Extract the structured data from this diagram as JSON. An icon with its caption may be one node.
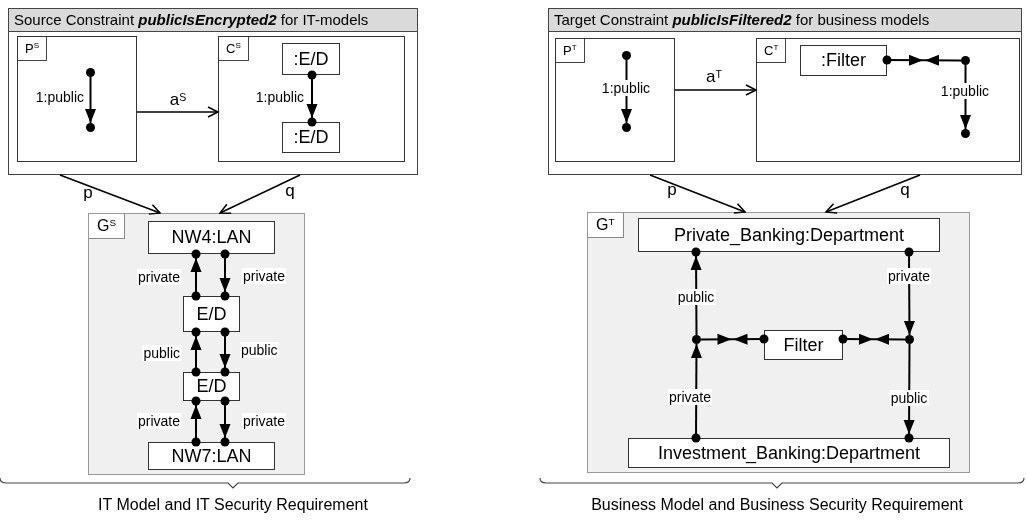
{
  "diagram": {
    "nodes": [
      {
        "text": [
          "Source Constraint **publicIsEncrypted2** for IT-models"
        ]
      },
      {
        "text": [
          "P$^{S}$"
        ],
        "in": 0
      },
      {
        "text": [],
        "shape": "circle",
        "in": 1
      },
      {
        "text": [],
        "shape": "circle",
        "in": 1
      },
      {
        "text": [
          "C$^{S}$"
        ],
        "in": 0
      },
      {
        "text": [
          ":E/D"
        ],
        "in": 4
      },
      {
        "text": [
          ":E/D"
        ],
        "in": 4
      },
      {
        "text": [
          "Target Constraint **publicIsFiltered2** for business models"
        ]
      },
      {
        "text": [
          "P$^{T}$"
        ],
        "in": 7
      },
      {
        "text": [],
        "shape": "circle",
        "in": 8
      },
      {
        "text": [],
        "shape": "circle",
        "in": 8
      },
      {
        "text": [
          "C$^{T}$"
        ],
        "in": 7
      },
      {
        "text": [
          ":Filter"
        ],
        "in": 11
      },
      {
        "text": [],
        "shape": "circle",
        "in": 11
      },
      {
        "text": [],
        "shape": "circle",
        "in": 11
      },
      {
        "text": [
          "G$^{S}$"
        ]
      },
      {
        "text": [
          "NW4:LAN"
        ],
        "in": 15
      },
      {
        "text": [
          "E/D"
        ],
        "in": 15
      },
      {
        "text": [
          "E/D"
        ],
        "in": 15
      },
      {
        "text": [
          "NW7:LAN"
        ],
        "in": 15
      },
      {
        "text": [
          "G$^{T}$"
        ]
      },
      {
        "text": [
          "Private_Banking:Department"
        ],
        "in": 20
      },
      {
        "text": [
          "Filter"
        ],
        "in": 20
      },
      {
        "text": [
          "Investment_Banking:Department"
        ],
        "in": 20
      },
      {
        "text": [],
        "shape": "circle",
        "in": 20
      },
      {
        "text": [],
        "shape": "circle",
        "in": 20
      }
    ],
    "edges": [
      {
        "from": 2,
        "to": 3,
        "arrow": "to",
        "label": "1:public"
      },
      {
        "from": 1,
        "to": 4,
        "arrow": "to",
        "label": "a$^{S}$"
      },
      {
        "from": 5,
        "to": 6,
        "arrow": "to",
        "label": "1:public"
      },
      {
        "from": 9,
        "to": 10,
        "arrow": "to",
        "label": "1:public"
      },
      {
        "from": 8,
        "to": 11,
        "arrow": "to",
        "label": "a$^{T}$"
      },
      {
        "from": 12,
        "to": 13,
        "arrow": "other"
      },
      {
        "from": 13,
        "to": 14,
        "arrow": "to",
        "label": "1:public"
      },
      {
        "from": 0,
        "to": 15,
        "arrow": "to",
        "label": "p"
      },
      {
        "from": 0,
        "to": 15,
        "arrow": "to",
        "label": "q"
      },
      {
        "from": 7,
        "to": 20,
        "arrow": "to",
        "label": "p"
      },
      {
        "from": 7,
        "to": 20,
        "arrow": "to",
        "label": "q"
      },
      {
        "from": 17,
        "to": 16,
        "arrow": "to",
        "label": "private"
      },
      {
        "from": 16,
        "to": 17,
        "arrow": "to",
        "label": "private"
      },
      {
        "from": 18,
        "to": 17,
        "arrow": "to",
        "label": "public"
      },
      {
        "from": 17,
        "to": 18,
        "arrow": "to",
        "label": "public"
      },
      {
        "from": 19,
        "to": 18,
        "arrow": "to",
        "label": "private"
      },
      {
        "from": 18,
        "to": 19,
        "arrow": "to",
        "label": "private"
      },
      {
        "from": 24,
        "to": 21,
        "arrow": "to",
        "label": "public"
      },
      {
        "from": 23,
        "to": 24,
        "arrow": "to",
        "label": "private"
      },
      {
        "from": 21,
        "to": 25,
        "arrow": "to",
        "label": "private"
      },
      {
        "from": 25,
        "to": 23,
        "arrow": "to",
        "label": "public"
      },
      {
        "from": 24,
        "to": 22,
        "arrow": "other"
      },
      {
        "from": 22,
        "to": 25,
        "arrow": "other"
      }
    ],
    "labels": [
      "IT Model and IT Security Requirement",
      "Business Model and Business Security Requirement"
    ]
  }
}
